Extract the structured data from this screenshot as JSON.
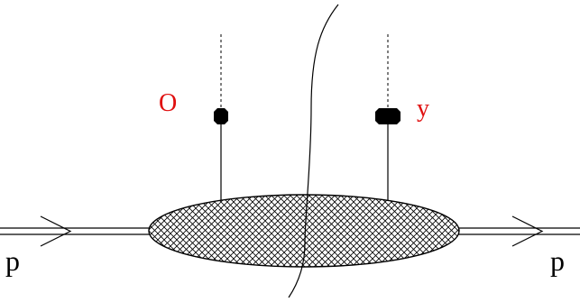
{
  "labels": {
    "operator_left": "O",
    "operator_right": "y",
    "incoming_momentum": "p",
    "outgoing_momentum": "p"
  },
  "colors": {
    "operator_label": "#e01010",
    "momentum_label": "#000000",
    "line": "#000000",
    "blob_fill": "#ffffff",
    "hatch": "#000000"
  },
  "icons": {
    "vertex": "filled-ellipse-dot",
    "blob": "cross-hatched-ellipse",
    "cut": "wavy-vertical-cut-line"
  }
}
